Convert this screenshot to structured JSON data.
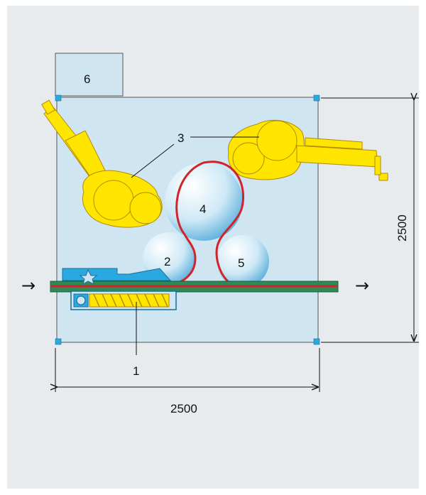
{
  "diagram": {
    "labels": {
      "loader": "1",
      "roller_small_left": "2",
      "robot_arms": "3",
      "roller_large": "4",
      "roller_small_right": "5",
      "control_cabinet": "6"
    },
    "dimensions": {
      "width": "2500",
      "height": "2500"
    },
    "flow_arrows": {
      "in": "→",
      "out": "→"
    },
    "colors": {
      "cell": "#cfe6f2",
      "robot": "#ffe600",
      "belt": "#2e8b57",
      "wire": "#d2232a",
      "roller_outline": "#d2232a",
      "feeder": "#2aa9e0"
    }
  }
}
